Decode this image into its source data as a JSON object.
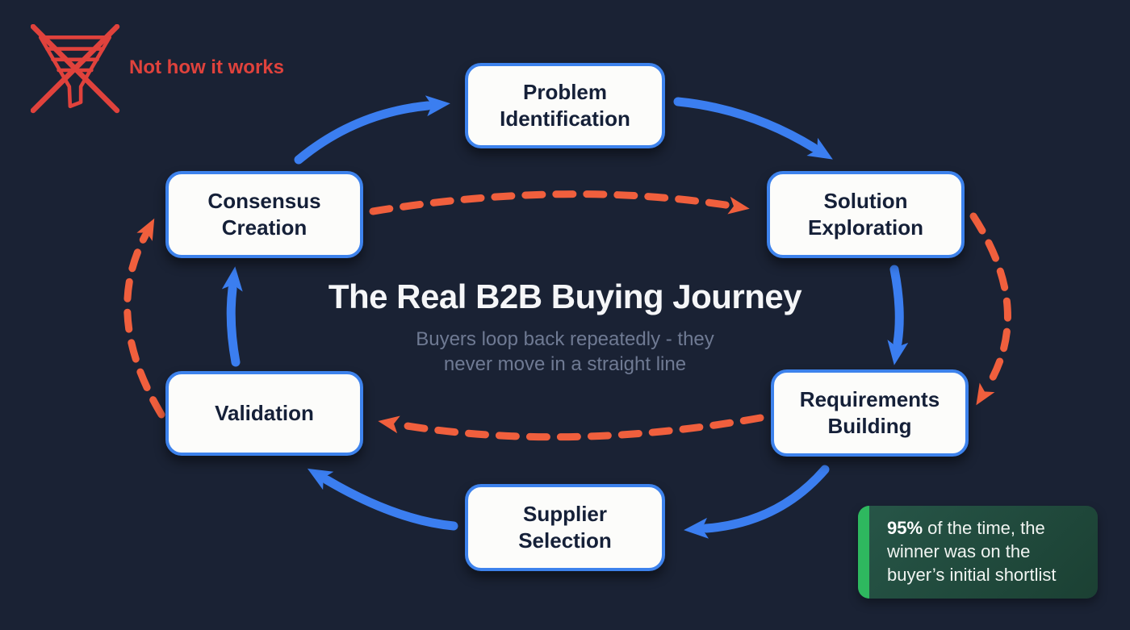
{
  "badge": {
    "label": "Not how it works"
  },
  "title": "The Real B2B Buying Journey",
  "subtitle_line1": "Buyers loop back repeatedly - they",
  "subtitle_line2": "never move in a straight line",
  "stages": [
    {
      "id": "problem-identification",
      "line1": "Problem",
      "line2": "Identification"
    },
    {
      "id": "solution-exploration",
      "line1": "Solution",
      "line2": "Exploration"
    },
    {
      "id": "requirements-building",
      "line1": "Requirements",
      "line2": "Building"
    },
    {
      "id": "supplier-selection",
      "line1": "Supplier",
      "line2": "Selection"
    },
    {
      "id": "validation",
      "line1": "Validation",
      "line2": ""
    },
    {
      "id": "consensus-creation",
      "line1": "Consensus",
      "line2": "Creation"
    }
  ],
  "flow": {
    "solid_loop_order": [
      "Consensus Creation",
      "Problem Identification",
      "Solution Exploration",
      "Requirements Building",
      "Supplier Selection",
      "Validation"
    ],
    "dashed_loopbacks": [
      "Consensus Creation → Solution Exploration",
      "Solution Exploration → Requirements Building",
      "Requirements Building → Validation",
      "Validation → Consensus Creation"
    ]
  },
  "callout": {
    "stat": "95%",
    "rest": " of the time, the winner was on the buyer’s initial shortlist"
  },
  "colors": {
    "background": "#1a2234",
    "box_border": "#3d82ec",
    "box_bg": "#fcfcfa",
    "box_text": "#152038",
    "arrow_blue": "#3b7ef0",
    "arrow_orange": "#f05f3d",
    "negative_red": "#e0423c",
    "callout_bar": "#2eb85f",
    "callout_bg": "#1f4738",
    "title_color": "#f5f6f8",
    "subtitle_color": "#6f7a93"
  }
}
